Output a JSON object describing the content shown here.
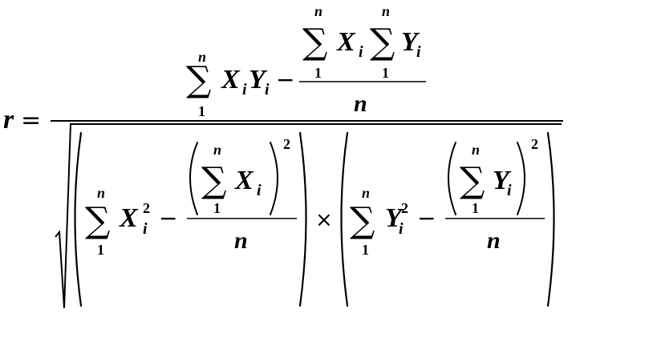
{
  "formula": {
    "lhs": "r",
    "equals": "=",
    "sum_upper": "n",
    "sum_lower": "1",
    "sum_symbol": "∑",
    "var_x": "X",
    "var_y": "Y",
    "subscript": "i",
    "exponent": "2",
    "minus": "−",
    "times": "×",
    "divisor": "n"
  }
}
